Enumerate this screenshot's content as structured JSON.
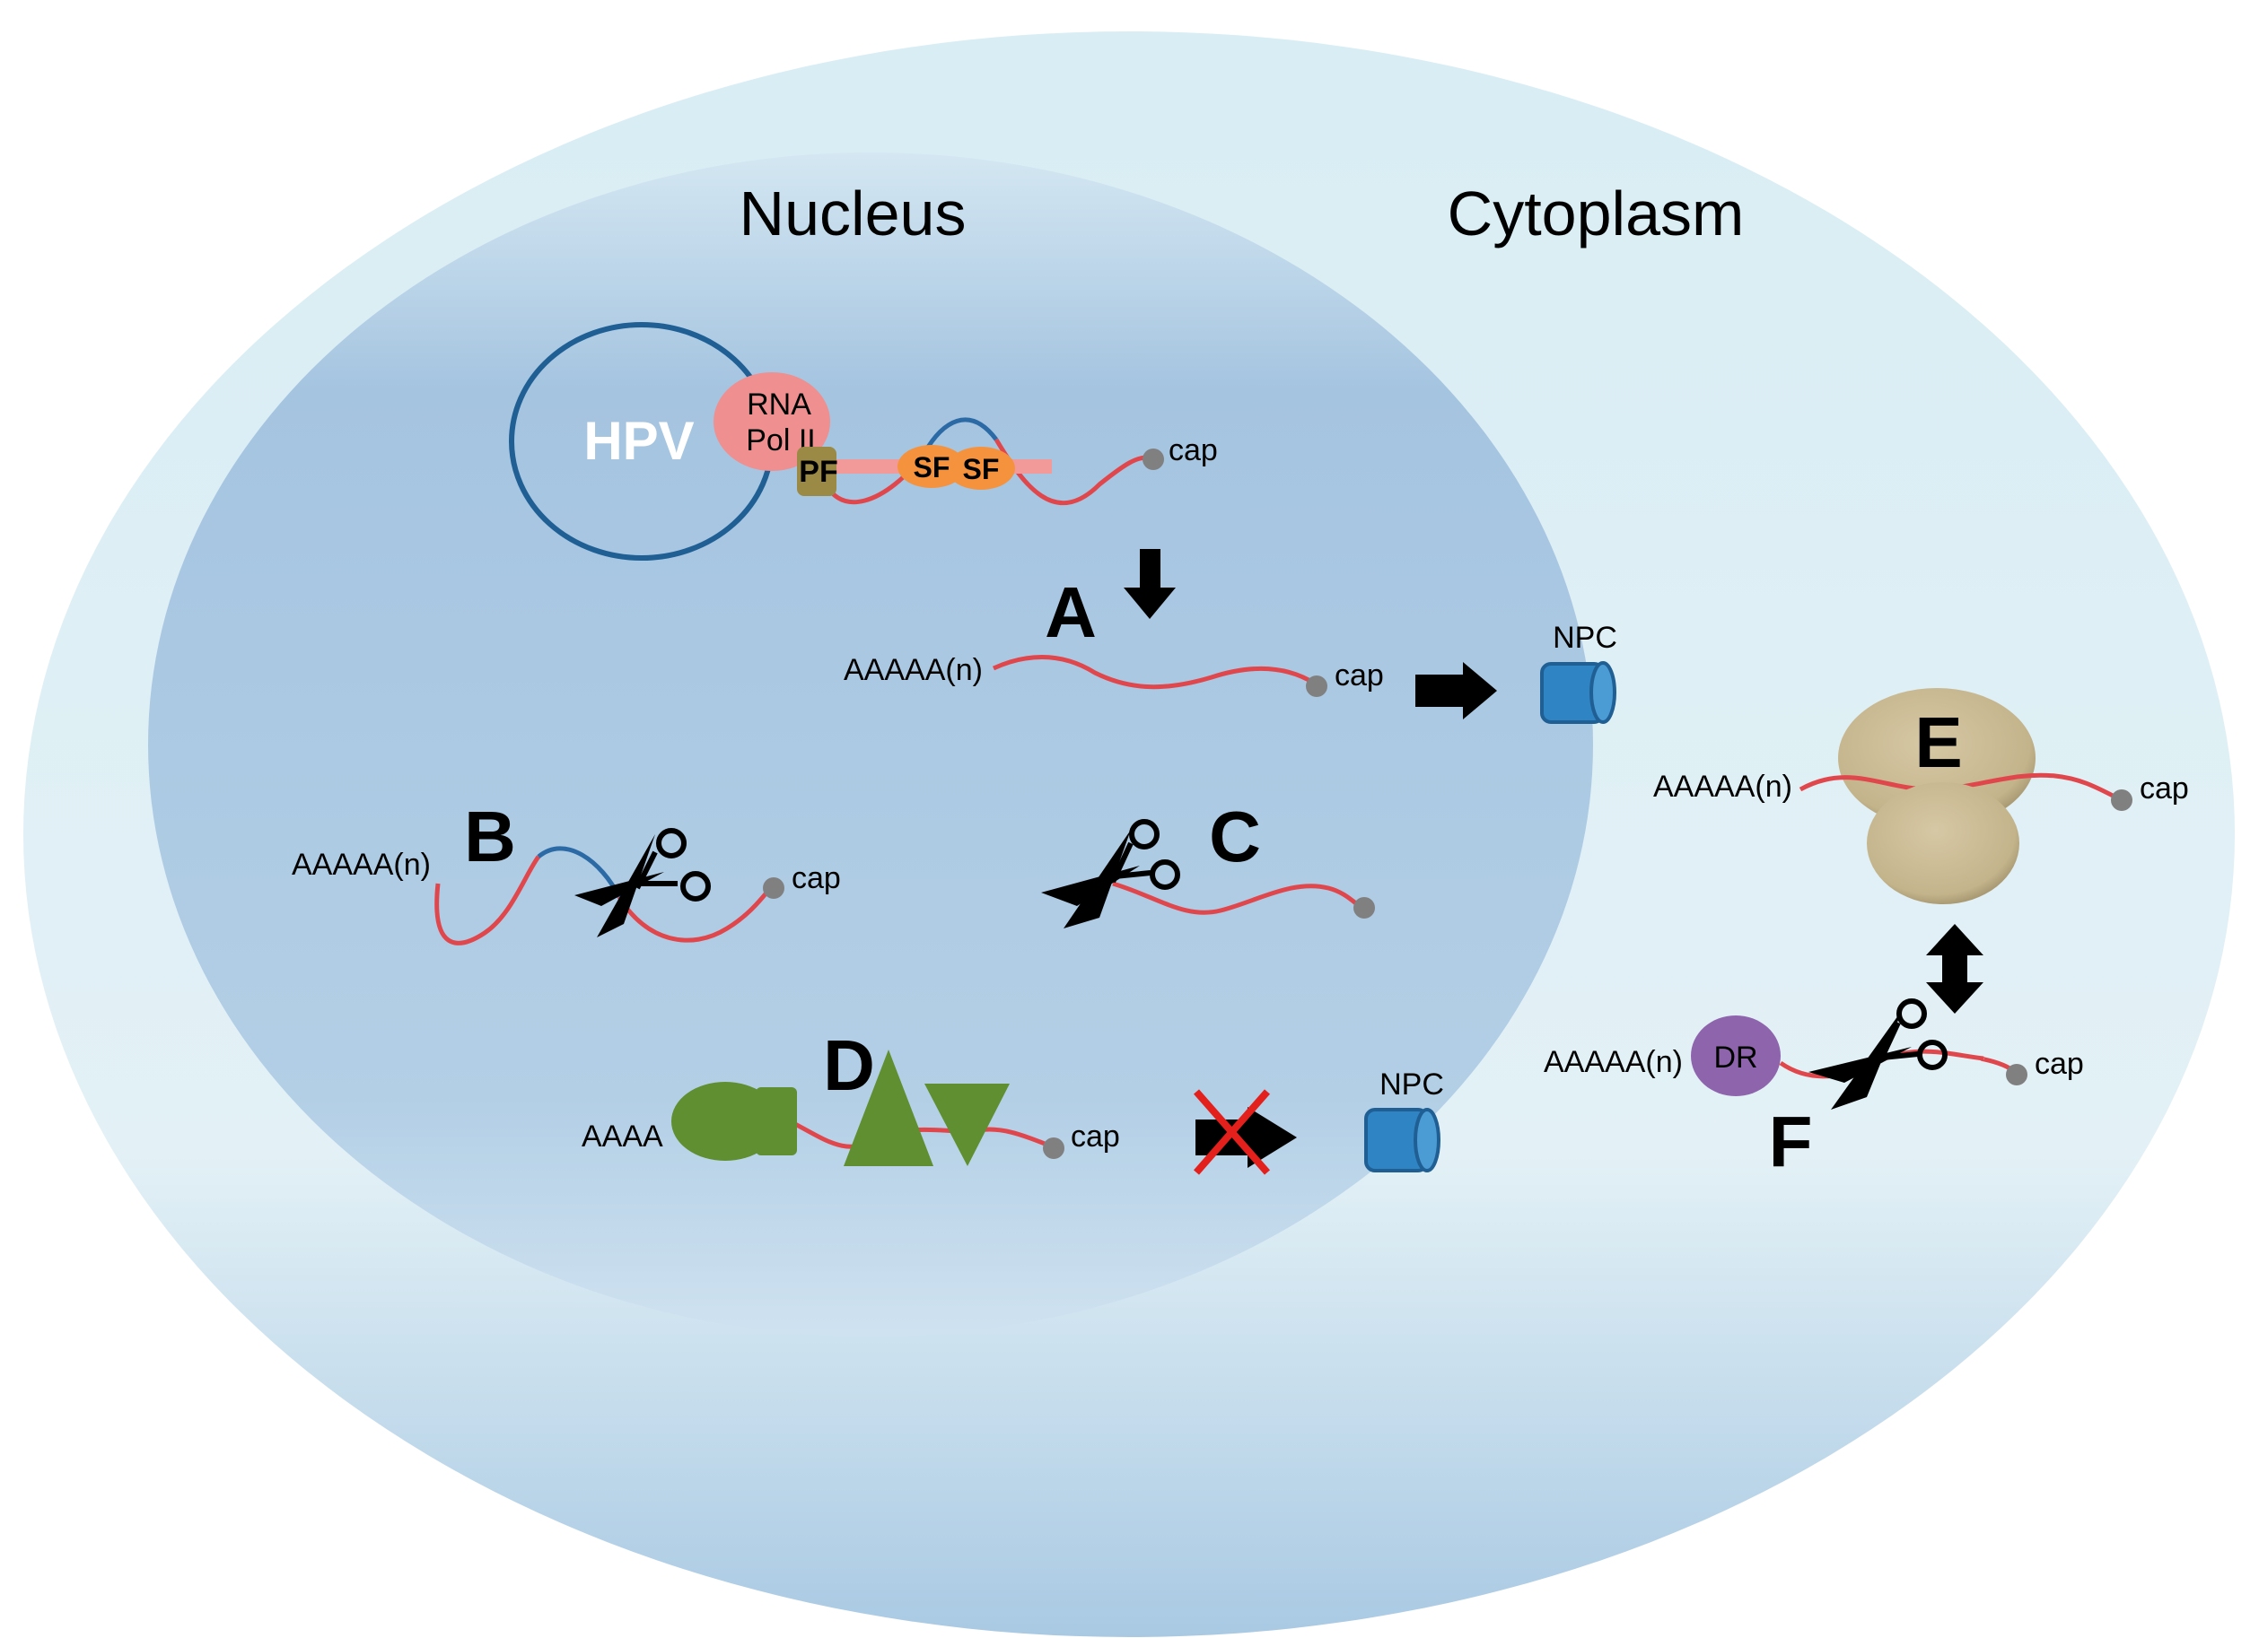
{
  "regions": {
    "nucleus": "Nucleus",
    "cytoplasm": "Cytoplasm"
  },
  "labels": {
    "hpv": "HPV",
    "rna_pol_line1": "RNA",
    "rna_pol_line2": "Pol II",
    "pf": "PF",
    "sf": "SF",
    "cap": "cap",
    "polya": "AAAAA(n)",
    "polya_truncated": "AAAA",
    "npc": "NPC",
    "dr": "DR"
  },
  "steps": {
    "a": "A",
    "b": "B",
    "c": "C",
    "d": "D",
    "e": "E",
    "f": "F"
  },
  "colors": {
    "mrna": "#e0474c",
    "intron": "#2b6aa5",
    "hpv_circle": "#1f5f94",
    "pol_ii": "#ef8f8f",
    "pf": "#9a8a45",
    "sf": "#f5923e",
    "npc": "#2f84c4",
    "ribosome": "#cfc09a",
    "protein_d": "#5f8f30",
    "dr": "#8e64ad",
    "cap_dot": "#808080",
    "block_x": "#e3201b"
  }
}
